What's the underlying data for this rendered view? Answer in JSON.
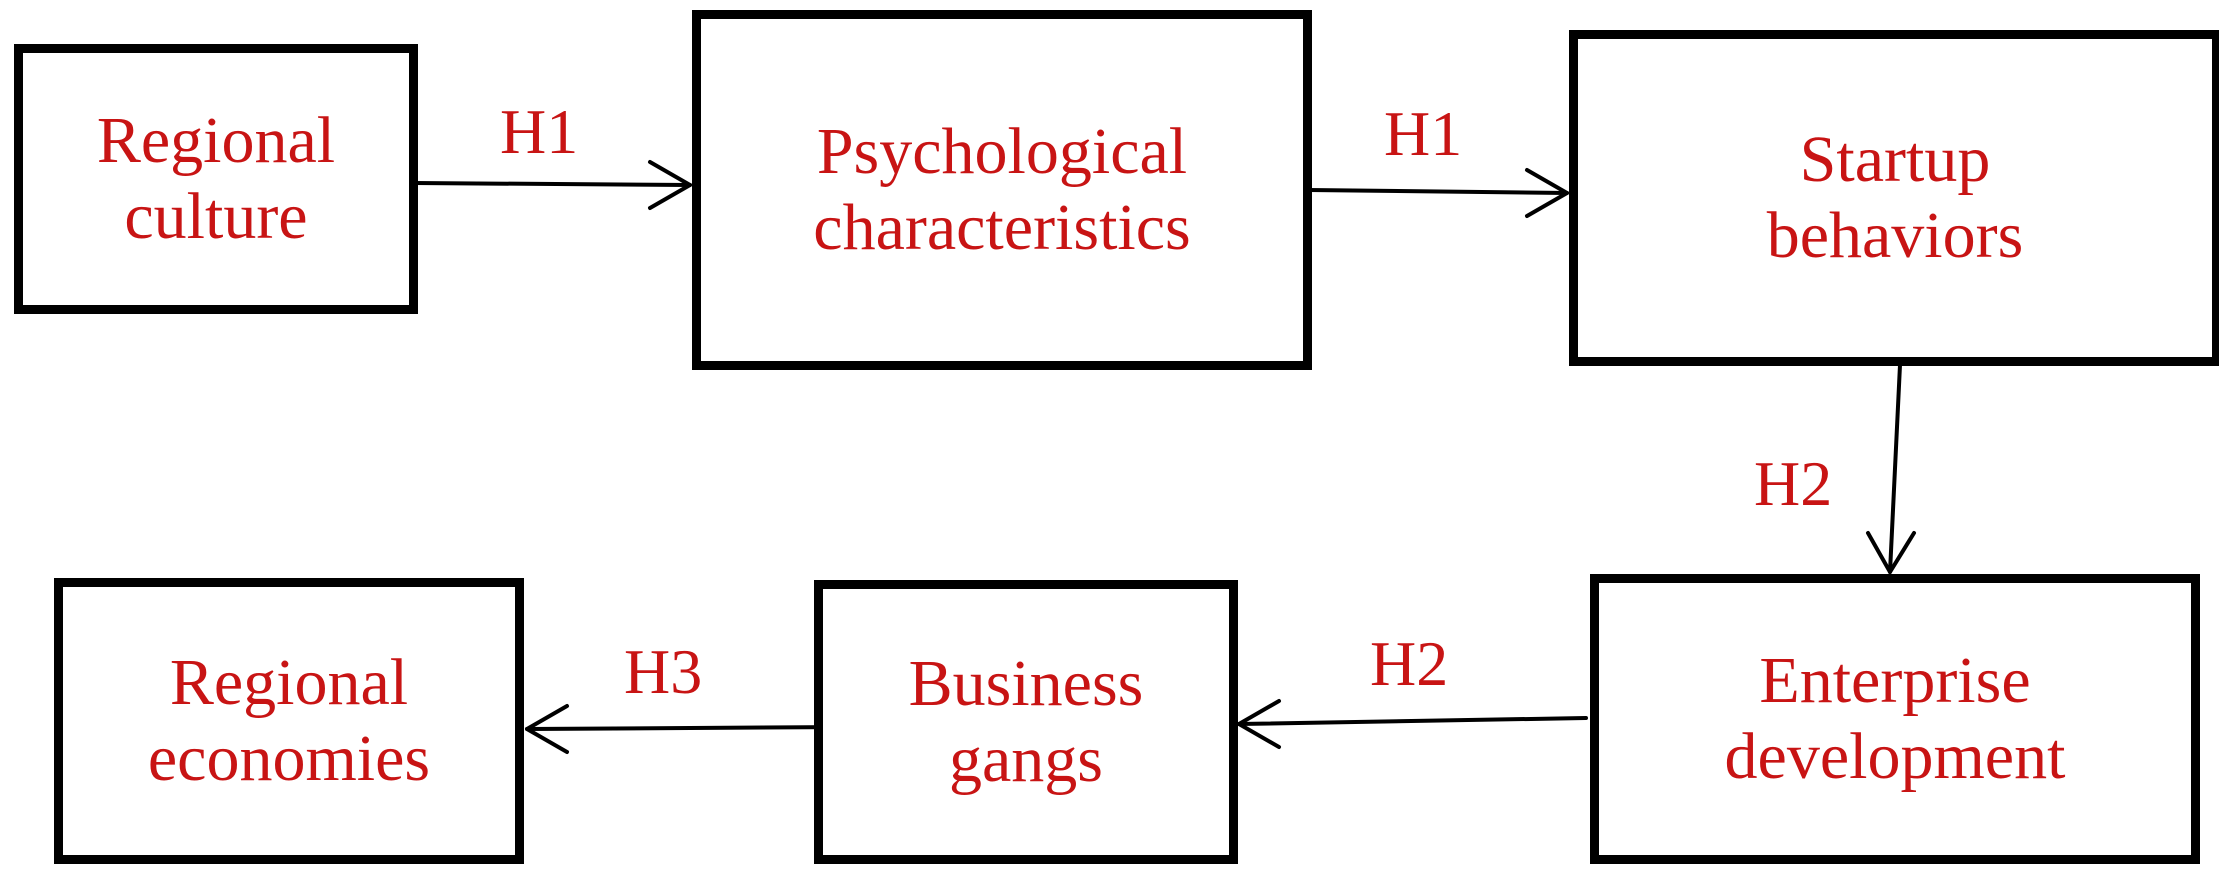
{
  "nodes": {
    "regional_culture": "Regional\nculture",
    "psychological_characteristics": "Psychological\ncharacteristics",
    "startup_behaviors": "Startup\nbehaviors",
    "enterprise_development": "Enterprise\ndevelopment",
    "business_gangs": "Business\ngangs",
    "regional_economies": "Regional\neconomies"
  },
  "edges": {
    "culture_to_psych": "H1",
    "psych_to_startup": "H1",
    "startup_to_enterprise": "H2",
    "enterprise_to_gangs": "H2",
    "gangs_to_economies": "H3"
  },
  "colors": {
    "label_text": "#c81414",
    "box_border": "#000000",
    "arrow": "#000000"
  }
}
